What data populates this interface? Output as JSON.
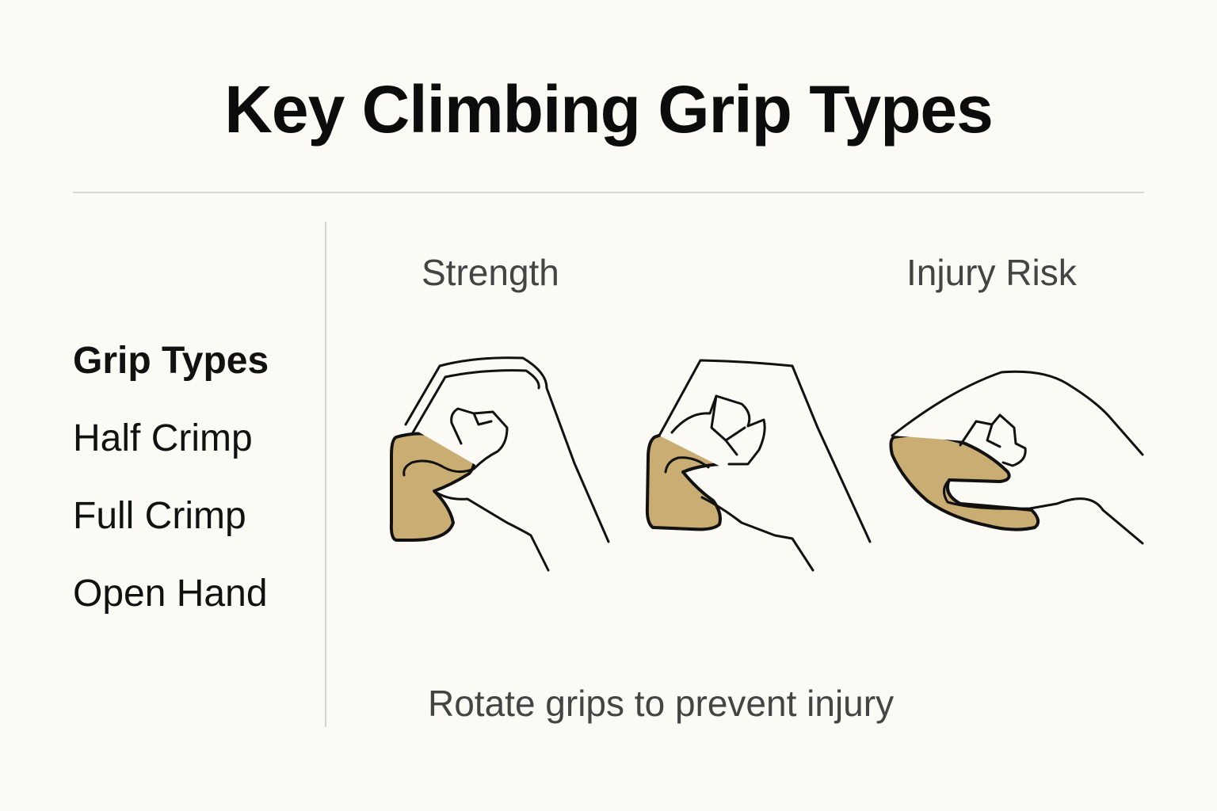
{
  "title": "Key Climbing Grip Types",
  "sidebar": {
    "heading": "Grip Types",
    "items": [
      {
        "label": "Half Crimp"
      },
      {
        "label": "Full Crimp"
      },
      {
        "label": "Open Hand"
      }
    ]
  },
  "columns": {
    "left_label": "Strength",
    "right_label": "Injury Risk"
  },
  "illustrations": [
    {
      "icon": "half-crimp-hand-icon"
    },
    {
      "icon": "full-crimp-hand-icon"
    },
    {
      "icon": "open-hand-grip-icon"
    }
  ],
  "colors": {
    "hold": "#c9ad72",
    "background": "#fbfaf5"
  },
  "footnote": "Rotate grips to prevent injury"
}
